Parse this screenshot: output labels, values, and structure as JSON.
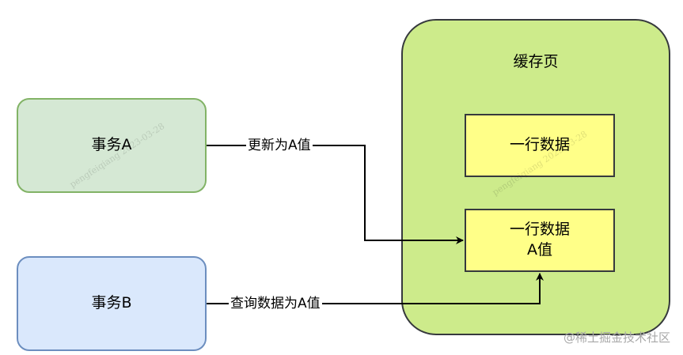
{
  "transaction_a": {
    "label": "事务A"
  },
  "transaction_b": {
    "label": "事务B"
  },
  "cache_page": {
    "title": "缓存页",
    "row_1": {
      "label": "一行数据"
    },
    "row_2": {
      "label": "一行数据",
      "value": "A值"
    }
  },
  "edges": {
    "update_label": "更新为A值",
    "query_label": "查询数据为A值"
  },
  "watermark": {
    "text": "pengfeiqiang 2023-03-28"
  },
  "footer": {
    "text": "@稀土掘金技术社区"
  },
  "colors": {
    "transaction_a_fill": "#d5e8d4",
    "transaction_a_stroke": "#82b366",
    "transaction_b_fill": "#dae8fc",
    "transaction_b_stroke": "#6c8ebf",
    "cache_fill": "#cdeb8b",
    "row_fill": "#ffff88"
  }
}
